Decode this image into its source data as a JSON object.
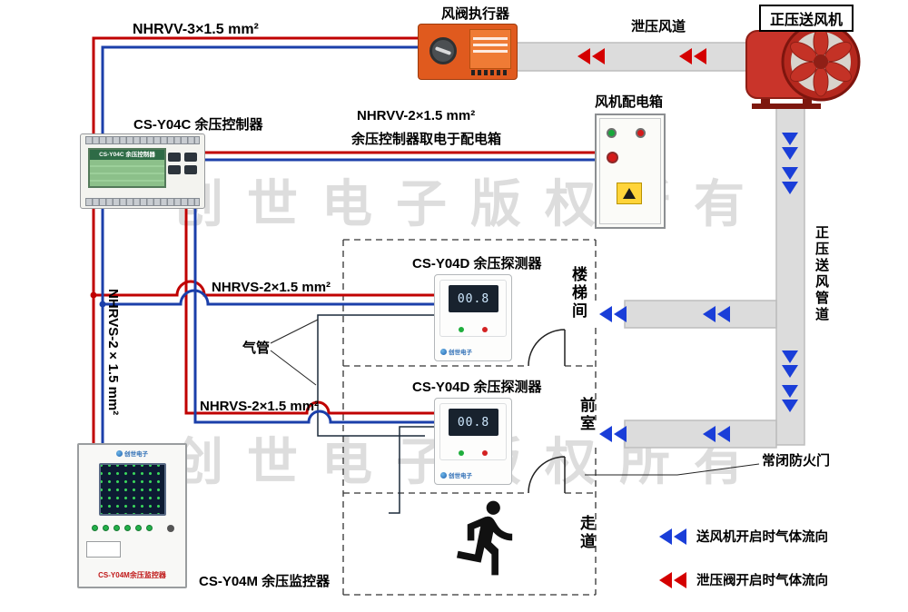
{
  "watermark": {
    "text": "创世电子版权所有"
  },
  "labels": {
    "wire_top": "NHRVV-3×1.5 mm²",
    "actuator": "风阀执行器",
    "relief_duct": "泄压风道",
    "fan_title": "正压送风机",
    "power_box": "风机配电箱",
    "controller": "CS-Y04C 余压控制器",
    "power_wire": "NHRVV-2×1.5 mm²",
    "power_wire_note": "余压控制器取电于配电箱",
    "detector1": "CS-Y04D 余压探测器",
    "detector2": "CS-Y04D 余压探测器",
    "detector1_wire": "NHRVS-2×1.5 mm²",
    "detector2_wire": "NHRVS-2×1.5 mm²",
    "monitor_wire": "NHRVS-2×1.5 mm²",
    "air_tube": "气管",
    "room_stairwell": "楼梯间",
    "room_front": "前室",
    "room_corridor": "走道",
    "supply_duct": "正压送风管道",
    "fire_door": "常闭防火门",
    "monitor": "CS-Y04M 余压监控器"
  },
  "devices": {
    "controller_screen_title": "CS-Y04C 余压控制器",
    "detector1_display": "00.8",
    "detector2_display": "00.8",
    "brand": "创世电子",
    "monitor_panel_label": "CS-Y04M余压监控器"
  },
  "legend": {
    "supply": {
      "text": "送风机开启时气体流向",
      "color": "#1a3ed8"
    },
    "relief": {
      "text": "泄压阀开启时气体流向",
      "color": "#d40000"
    }
  },
  "colors": {
    "wire_red": "#c00000",
    "wire_blue": "#1b3faa",
    "arrow_blue": "#1a3ed8",
    "arrow_red": "#d40000",
    "duct_fill": "#dcdcdc",
    "actuator_orange": "#e05a1e",
    "fan_red": "#c9342a"
  }
}
